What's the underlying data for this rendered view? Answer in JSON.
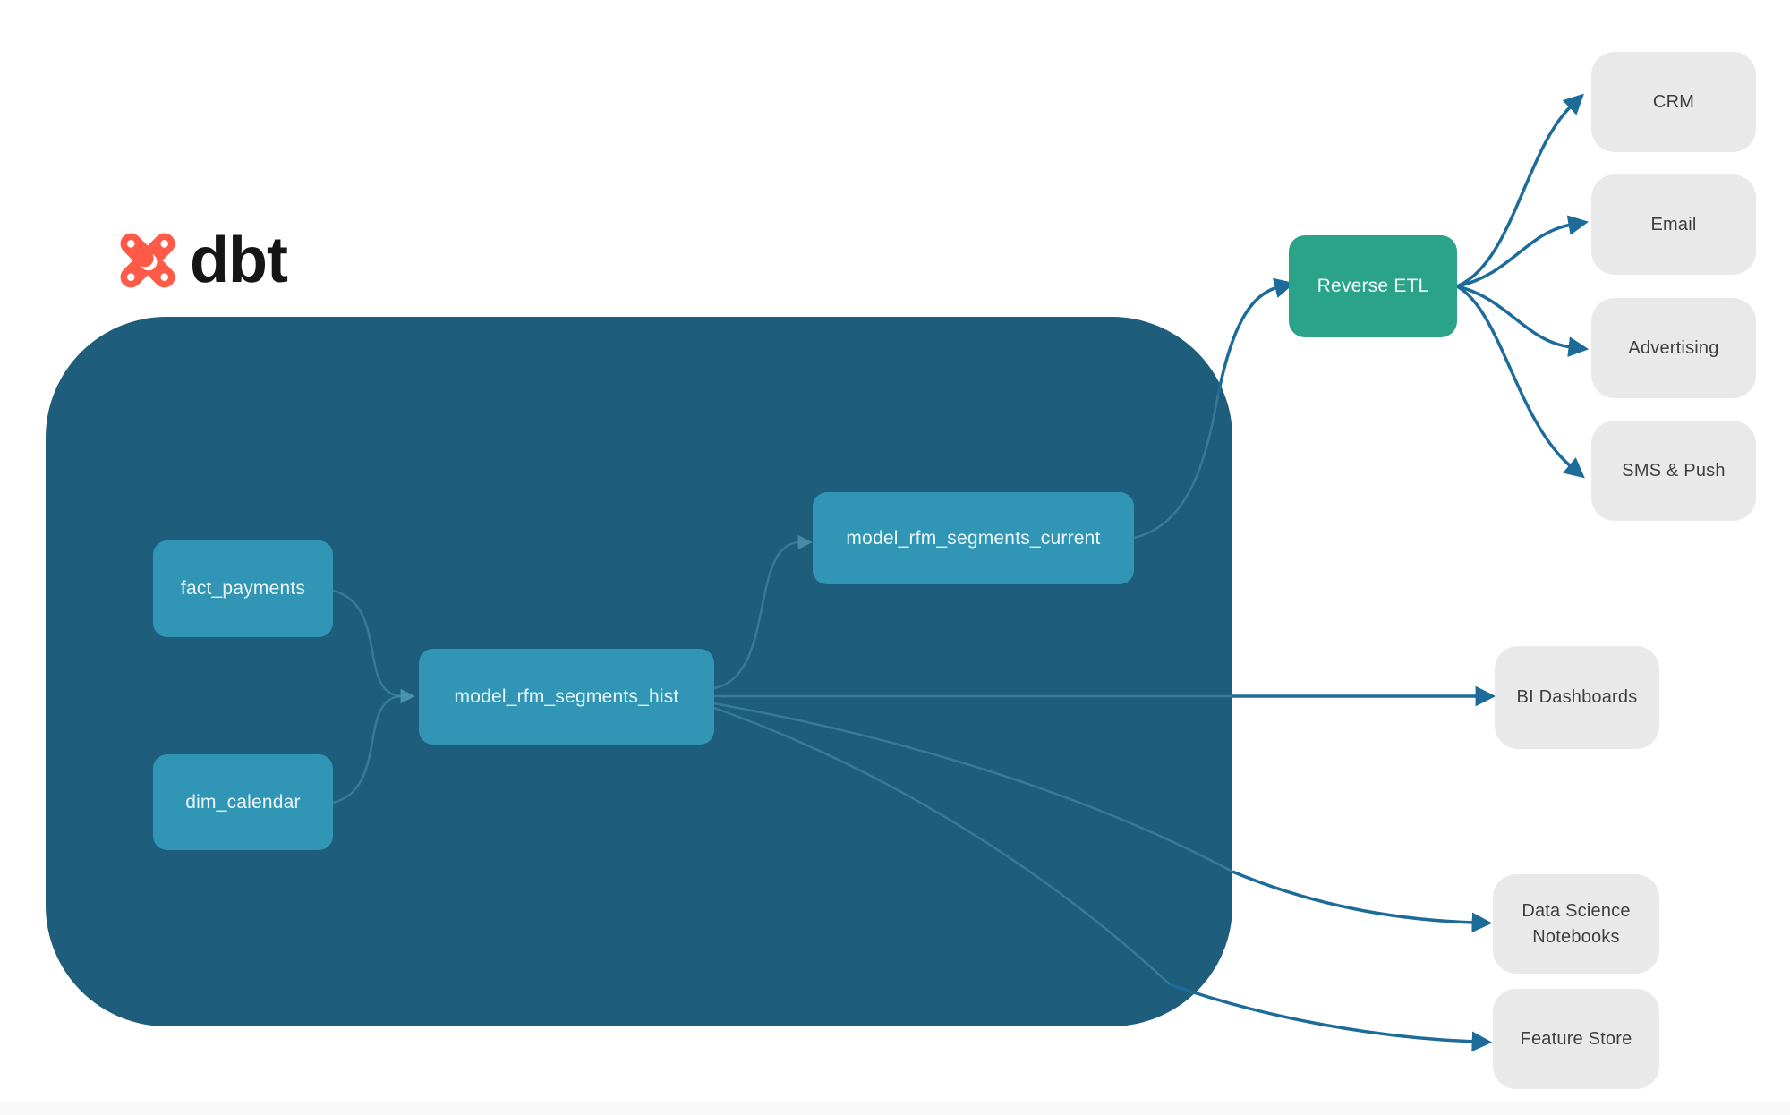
{
  "logo": {
    "brand": "dbt",
    "icon": "dbt-star-icon"
  },
  "nodes": {
    "fact_payments": {
      "label": "fact_payments",
      "kind": "model"
    },
    "dim_calendar": {
      "label": "dim_calendar",
      "kind": "model"
    },
    "model_rfm_segments_hist": {
      "label": "model_rfm_segments_hist",
      "kind": "model"
    },
    "model_rfm_segments_current": {
      "label": "model_rfm_segments_current",
      "kind": "model"
    },
    "reverse_etl": {
      "label": "Reverse ETL",
      "kind": "tool"
    },
    "crm": {
      "label": "CRM",
      "kind": "destination"
    },
    "email": {
      "label": "Email",
      "kind": "destination"
    },
    "advertising": {
      "label": "Advertising",
      "kind": "destination"
    },
    "sms_push": {
      "label": "SMS & Push",
      "kind": "destination"
    },
    "bi_dashboards": {
      "label": "BI Dashboards",
      "kind": "destination"
    },
    "data_science_notebooks": {
      "label": "Data Science Notebooks",
      "kind": "destination"
    },
    "feature_store": {
      "label": "Feature Store",
      "kind": "destination"
    }
  },
  "edges": [
    {
      "from": "fact_payments",
      "to": "model_rfm_segments_hist"
    },
    {
      "from": "dim_calendar",
      "to": "model_rfm_segments_hist"
    },
    {
      "from": "model_rfm_segments_hist",
      "to": "model_rfm_segments_current"
    },
    {
      "from": "model_rfm_segments_current",
      "to": "reverse_etl"
    },
    {
      "from": "reverse_etl",
      "to": "crm"
    },
    {
      "from": "reverse_etl",
      "to": "email"
    },
    {
      "from": "reverse_etl",
      "to": "advertising"
    },
    {
      "from": "reverse_etl",
      "to": "sms_push"
    },
    {
      "from": "model_rfm_segments_hist",
      "to": "bi_dashboards"
    },
    {
      "from": "model_rfm_segments_hist",
      "to": "data_science_notebooks"
    },
    {
      "from": "model_rfm_segments_hist",
      "to": "feature_store"
    }
  ],
  "colors": {
    "warehouse_container": "#1E5E7C",
    "model_node": "#3196B5",
    "reverse_etl_node": "#2BA389",
    "external_node": "#E9E9E9",
    "arrow_outside": "#1D6B99",
    "arrow_inside": "#4E93B0",
    "logo_orange": "#FF5A47"
  }
}
